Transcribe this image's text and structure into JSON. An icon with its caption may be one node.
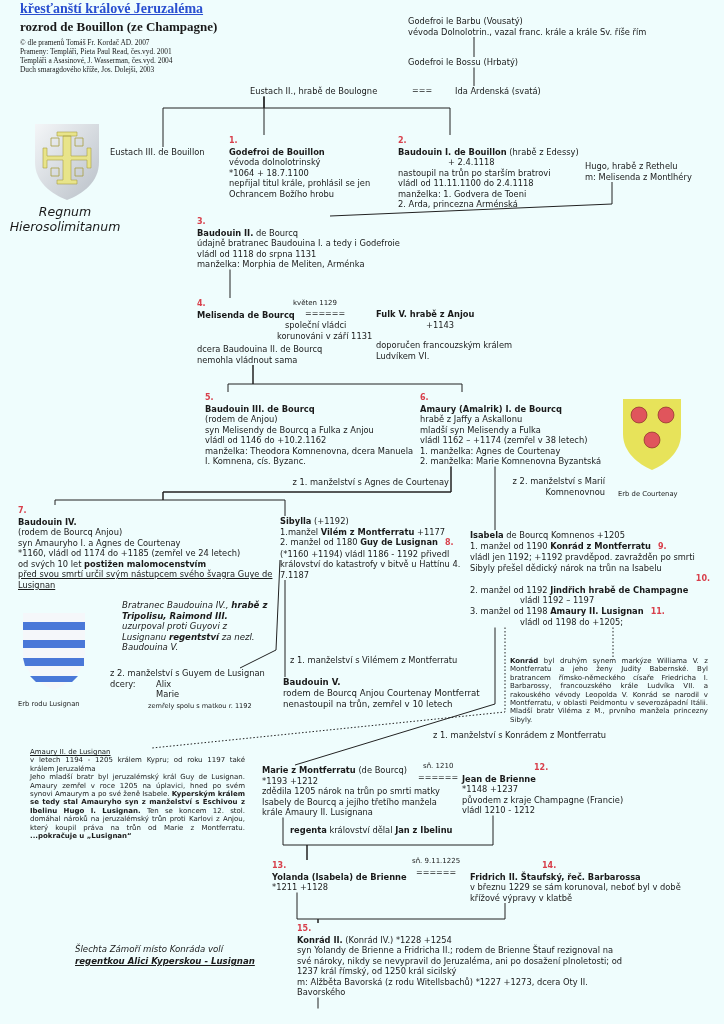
{
  "diagram": {
    "title": "křesťanští králové Jeruzaléma",
    "nodes": [
      {
        "text": [
          "Godefroi le Barbu (Vousatý)",
          "vévoda Dolnolotrin., vazal franc. krále a krále Sv. říše řím"
        ]
      },
      {
        "text": [
          "Godefroi le Bossu (Hrbatý)"
        ]
      },
      {
        "text": [
          "Eustach II., hrabě de Boulogne"
        ]
      },
      {
        "text": [
          "Ida Ardenská (svatá)"
        ]
      },
      {
        "text": [
          "Eustach III. de Bouillon"
        ]
      },
      {
        "text": [
          "1.",
          "Godefroi de Bouillon",
          "vévoda dolnolotrinský",
          "*1064 + 18.7.1100",
          "nepřijal titul krále, prohlásil se jen Ochrancem Božího hrobu"
        ]
      },
      {
        "text": [
          "2.",
          "**Baudouin I. de Bouillon** (hrabě z Edessy)",
          "+ 2.4.1118",
          "nastoupil na trůn po starším bratrovi",
          "vládl od 11.11.1100 do 2.4.1118",
          "manželka: 1. Godvera de Toeni",
          "2. Arda, princezna Arménská"
        ]
      },
      {
        "text": [
          "Hugo, hrabě z Rethelu",
          "m: Melisenda z Montlhéry"
        ]
      },
      {
        "text": [
          "3.",
          "**Baudouin II.** de Bourcq",
          "údajně bratranec Baudouina I. a tedy i Godefroie",
          "vládl od 1118 do srpna 1131",
          "manželka: Morphia de Meliten, Arménka"
        ]
      },
      {
        "text": [
          "4.",
          "Melisenda de Bourcq",
          "dcera Baudouina II. de Bourcq",
          "nemohla vládnout sama"
        ]
      },
      {
        "text": [
          "Fulk V. hrabě z Anjou",
          "+1143",
          "doporučen francouzským králem Ludvíkem VI."
        ]
      },
      {
        "text": [
          "5.",
          "Baudouin III. de Bourcq",
          "(rodem de Anjou)",
          "syn Melisendy de Bourcq a Fulka z Anjou",
          "vládl od 1146 do +10.2.1162",
          "manželka: Theodora Komnenovna, dcera Manuela I. Komnena, cís. Byzanc."
        ]
      },
      {
        "text": [
          "6.",
          "Amaury (Amalrik) I. de Bourcq",
          "hrabě z Jaffy a Askallonu",
          "mladší syn Melisendy a Fulka",
          "vládl 1162 – +1174 (zemřel v 38 letech)",
          "1. manželka: Agnes de Courtenay",
          "2. manželka: Marie Komnenovna Byzantská"
        ]
      },
      {
        "text": [
          "7.",
          "Baudouin IV.",
          "(rodem de Bourcq Anjou)",
          "syn Amauryho I. a Agnes de Courtenay",
          "*1160, vládl od 1174 do +1185 (zemřel ve 24 letech)",
          "od svých 10 let **postižen malomocenstvím**",
          "před svou smrtí určil svým nástupcem svého švagra Guye de Lusignan"
        ]
      },
      {
        "text": [
          "**Sibylla** (+1192)",
          "1.manžel **Vilém z Montferratu** +1177",
          "2. manžel od 1180 **Guy de Lusignan**",
          "8.",
          "(*1160 +1194) vládl 1186 - 1192 přivedl království do katastrofy v bitvě u Hattínu 4. 7.1187"
        ]
      },
      {
        "text": [
          "**Isabela** de Bourcq Komnenos +1205",
          "1. manžel od 1190 **Konrád z Montferratu**",
          "9.",
          "vládl jen 1192; +1192 pravděpod. zavražděn po smrti Sibyly přešel dědický nárok na trůn na Isabelu",
          "10.",
          "2. manžel od 1192 **Jindřich hrabě de Champagne**",
          "vládl 1192 – 1197",
          "3. manžel od 1198 **Amaury II. Lusignan**",
          "11.",
          "vládl od 1198 do +1205;"
        ]
      },
      {
        "text": [
          "Bratranec Baudouina IV., **hrabě z Tripolisu, Raimond III.** uzurpoval proti Guyovi z Lusignanu **regentství** za nezl. Baudouina V."
        ]
      },
      {
        "text": [
          "z 2. manželství s Guyem de Lusignan",
          "dcery:",
          "Alix",
          "Marie",
          "zemřely spolu s matkou r. 1192"
        ]
      },
      {
        "text": [
          "Baudouin V.",
          "rodem de Bourcq Anjou Courtenay Montferrat nenastoupil na trůn, zemřel v 10 letech"
        ]
      },
      {
        "text": [
          "**Konrád** byl druhým synem markýze Williama V. z Montferratu a jeho ženy Judity Babernské. Byl bratrancem římsko-německého císaře Friedricha I. Barbarossy, francouzského krále Ludvíka VII. a rakouského vévody Leopolda V. Konrád se narodil v Montferratu, v oblasti Peidmontu v severozápadní Itálii. Mladší bratr Viléma z M., prvního manžela princezny Sibyly."
        ]
      },
      {
        "text": [
          "Amaury II. de Lusignan",
          "v letech 1194 - 1205 králem Kypru; od roku 1197 také králem Jeruzaléma",
          "Jeho mladší bratr byl jeruzalémský král Guy de Lusignan. Amaury zemřel v roce 1205 na úplavici, hned po svém synovi Amaurym a po své ženě Isabele. **Kyperským králem se tedy stal Amauryho syn z manželství s Eschivou z Ibelinu Hugo I. Lusignan.** Ten se koncem 12. stol. domáhal nároků na jeruzalémský trůn proti Karlovi z Anjou, který koupil práva na trůn od Marie z Montferratu. **...pokračuje u „Lusignan“**"
        ]
      },
      {
        "text": [
          "**Marie z Montferratu** (de Bourcq)",
          "*1193 +1212",
          "zdědila 1205 nárok na trůn po smrti matky Isabely de Bourcq a jejího třetího manžela krále Amaury II. Lusignana"
        ]
      },
      {
        "text": [
          "12.",
          "Jean de Brienne",
          "*1148 +1237",
          "původem z kraje Champagne (Francie)",
          "vládl 1210 - 1212"
        ]
      },
      {
        "text": [
          "13.",
          "Yolanda (Isabela) de Brienne",
          "*1211 +1128"
        ]
      },
      {
        "text": [
          "14.",
          "Fridrich II. Štaufský, řeč. Barbarossa",
          "v březnu 1229 se sám korunoval, neboť byl v době křížové výpravy v klatbě"
        ]
      },
      {
        "text": [
          "15.",
          "**Konrád II.** (Konrád IV.) *1228 +1254",
          "syn Yolandy de Brienne a Fridricha II.; rodem de Brienne Štauf rezignoval na své nároky, nikdy se nevypravil do Jeruzaléma, ani po dosažení plnoletosti; od 1237 král římský, od 1250 král sicilský",
          "m: Alžběta Bavorská (z rodu Witellsbachů) *1227 +1273, dcera Oty II. Bavorského"
        ]
      }
    ],
    "edges": [
      {
        "from": 0,
        "to": 1,
        "arrow": "none"
      },
      {
        "from": 1,
        "to": 3,
        "arrow": "none"
      },
      {
        "from": 2,
        "to": 4,
        "arrow": "none"
      },
      {
        "from": 2,
        "to": 5,
        "arrow": "none"
      },
      {
        "from": 2,
        "to": 6,
        "arrow": "none"
      },
      {
        "from": 7,
        "to": 8,
        "arrow": "none"
      },
      {
        "from": 8,
        "to": 9,
        "arrow": "none"
      },
      {
        "from": 9,
        "to": 11,
        "arrow": "none"
      },
      {
        "from": 9,
        "to": 12,
        "arrow": "none"
      },
      {
        "from": 12,
        "to": 13,
        "arrow": "none",
        "label": "z 1. manželství s Agnes de Courtenay"
      },
      {
        "from": 12,
        "to": 14,
        "arrow": "none"
      },
      {
        "from": 12,
        "to": 15,
        "arrow": "none",
        "label": "z 2. manželství s Marií Komnenovnou"
      },
      {
        "from": 14,
        "to": 17,
        "arrow": "none"
      },
      {
        "from": 14,
        "to": 18,
        "arrow": "none",
        "label": "z 1. manželství s Vilémem z Montferratu"
      },
      {
        "from": 15,
        "to": 19,
        "arrow": "none",
        "style": "dashed"
      },
      {
        "from": 15,
        "to": 20,
        "arrow": "none",
        "style": "dashed"
      },
      {
        "from": 15,
        "to": 21,
        "arrow": "none",
        "label": "z 1. manželství s Konrádem z Montferratu"
      },
      {
        "from": 21,
        "to": 23,
        "arrow": "none"
      },
      {
        "from": 22,
        "to": 23,
        "arrow": "none"
      },
      {
        "from": 23,
        "to": 25,
        "arrow": "none"
      },
      {
        "from": 24,
        "to": 25,
        "arrow": "none"
      },
      {
        "from": 25,
        "to": null,
        "arrow": "none"
      }
    ],
    "labels": [
      "rozrod de Bouillon (ze Champagne)",
      "© dle pramenů Tomáš Fr. Kordač AD. 2007",
      "Prameny: Templáři, Pieta Paul Read, čes.vyd. 2001",
      "Templáři a Asasinové, J. Wasserman, čes.vyd. 2004",
      "Duch smaragdového kříže, Jos. Dolejši, 2003",
      "===",
      "Regnum Hierosolimitanum",
      "květen 1129",
      "======",
      "společní vládci",
      "korunováni v září 1131",
      "Erb de Courtenay",
      "Erb rodu Lusignan",
      "sň. 1210",
      "======",
      "**regenta** království dělal **Jan z Ibelinu**",
      "sň. 9.11.1225",
      "======",
      "Šlechta Zámoří místo Konráda volí",
      "regentkou Alici Kyperskou - Lusignan"
    ]
  }
}
